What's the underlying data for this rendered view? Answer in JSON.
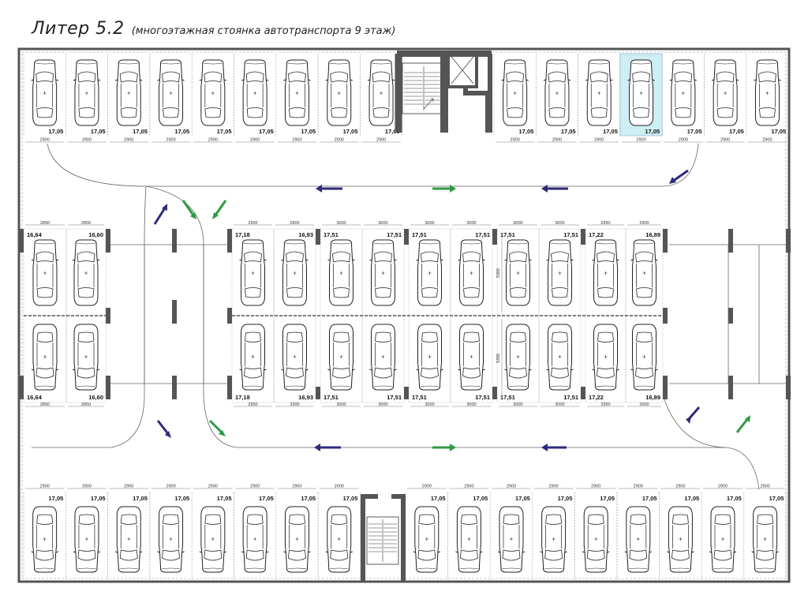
{
  "title": {
    "main": "Литер 5.2",
    "sub": "(многоэтажная стоянка автотранспорта 9 этаж)"
  },
  "colors": {
    "wall": "#555555",
    "highlight": "#cdeef2",
    "arrow_in": "#2e2a7a",
    "arrow_out": "#2e9a44",
    "line": "#444444"
  },
  "top_left_row": {
    "spots": [
      "17,05",
      "17,05",
      "17,05",
      "17,05",
      "17,05",
      "17,05",
      "17,05",
      "17,05",
      "17,05"
    ],
    "widths": [
      "2900",
      "2900",
      "2900",
      "2900",
      "2900",
      "2900",
      "2900",
      "2900",
      "2900"
    ]
  },
  "top_right_row": {
    "spots": [
      "17,05",
      "17,05",
      "17,05",
      "17,05",
      "17,05",
      "17,05",
      "17,05"
    ],
    "widths": [
      "2900",
      "2900",
      "2900",
      "2900",
      "2900",
      "2900",
      "2900"
    ],
    "highlighted_index": 3
  },
  "left_island": {
    "top_labels": [
      "16,64",
      "16,60"
    ],
    "bottom_labels": [
      "16,64",
      "16,60"
    ],
    "top_widths": [
      "2850",
      "2850"
    ],
    "bottom_widths": [
      "2850",
      "2850"
    ]
  },
  "center_island": {
    "top_labels": [
      "17,18",
      "16,93",
      "17,51",
      "17,51",
      "17,51",
      "17,51",
      "17,51",
      "17,51",
      "17,22",
      "16,89"
    ],
    "bottom_labels": [
      "17,18",
      "16,93",
      "17,51",
      "17,51",
      "17,51",
      "17,51",
      "17,51",
      "17,51",
      "17,22",
      "16,89"
    ],
    "top_widths": [
      "2950",
      "2900",
      "3000",
      "3000",
      "3000",
      "3000",
      "3000",
      "3000",
      "2950",
      "2900"
    ],
    "bottom_widths": [
      "2950",
      "2900",
      "3000",
      "3000",
      "3000",
      "3000",
      "3000",
      "3000",
      "2950",
      "2900"
    ],
    "depth_top": "5300",
    "depth_bottom": "5300"
  },
  "bottom_left_row": {
    "spots": [
      "17,05",
      "17,05",
      "17,05",
      "17,05",
      "17,05",
      "17,05",
      "17,05",
      "17,05"
    ],
    "widths": [
      "2900",
      "2900",
      "2900",
      "2900",
      "2900",
      "2900",
      "2900",
      "2900"
    ]
  },
  "bottom_right_row": {
    "spots": [
      "17,05",
      "17,05",
      "17,05",
      "17,05",
      "17,05",
      "17,05",
      "17,05",
      "17,05",
      "17,05"
    ],
    "widths": [
      "2900",
      "2900",
      "2900",
      "2900",
      "2900",
      "2900",
      "2900",
      "2900",
      "2900"
    ]
  }
}
